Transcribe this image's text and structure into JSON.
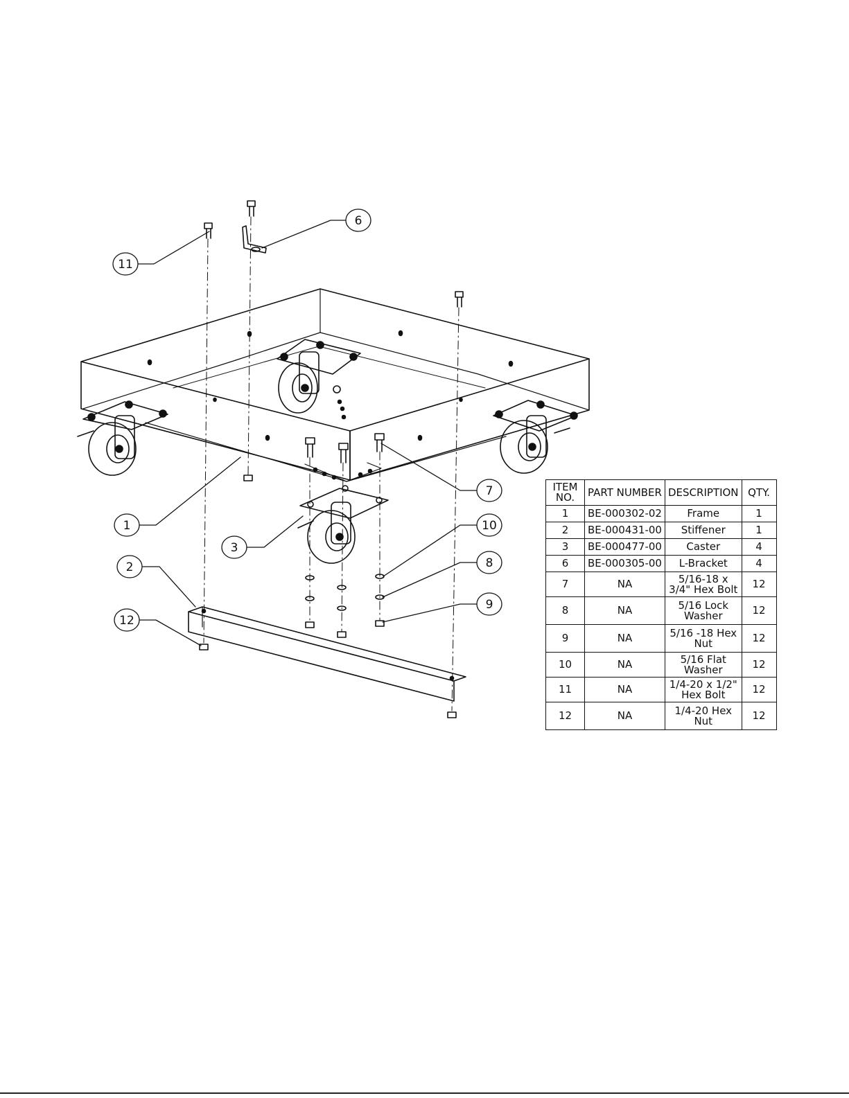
{
  "balloons": [
    "1",
    "2",
    "3",
    "6",
    "7",
    "8",
    "9",
    "10",
    "11",
    "12"
  ],
  "bom": {
    "headers": {
      "item": "ITEM NO.",
      "part": "PART NUMBER",
      "desc": "DESCRIPTION",
      "qty": "QTY."
    },
    "rows": [
      {
        "item": "1",
        "part": "BE-000302-02",
        "desc": "Frame",
        "qty": "1"
      },
      {
        "item": "2",
        "part": "BE-000431-00",
        "desc": "Stiffener",
        "qty": "1"
      },
      {
        "item": "3",
        "part": "BE-000477-00",
        "desc": "Caster",
        "qty": "4"
      },
      {
        "item": "6",
        "part": "BE-000305-00",
        "desc": "L-Bracket",
        "qty": "4"
      },
      {
        "item": "7",
        "part": "NA",
        "desc": "5/16-18 x 3/4\" Hex Bolt",
        "qty": "12"
      },
      {
        "item": "8",
        "part": "NA",
        "desc": "5/16 Lock Washer",
        "qty": "12"
      },
      {
        "item": "9",
        "part": "NA",
        "desc": "5/16 -18 Hex Nut",
        "qty": "12"
      },
      {
        "item": "10",
        "part": "NA",
        "desc": "5/16 Flat Washer",
        "qty": "12"
      },
      {
        "item": "11",
        "part": "NA",
        "desc": "1/4-20 x 1/2\" Hex Bolt",
        "qty": "12"
      },
      {
        "item": "12",
        "part": "NA",
        "desc": "1/4-20 Hex Nut",
        "qty": "12"
      }
    ]
  }
}
